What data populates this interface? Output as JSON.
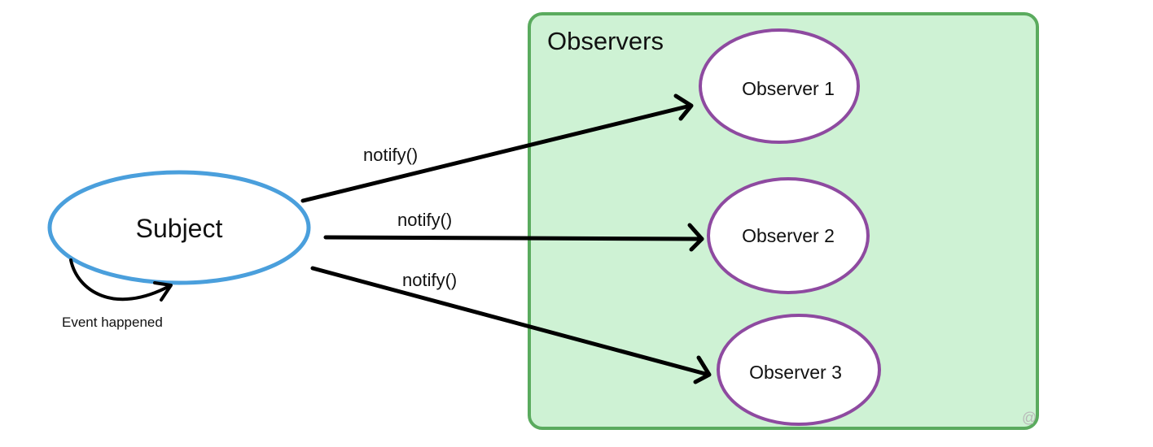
{
  "colors": {
    "background": "#ffffff",
    "observers_fill": "#cef2d4",
    "observers_border": "#5aab5e",
    "subject_border": "#4a9fdc",
    "observer_border": "#8e4aa0",
    "ellipse_fill": "#ffffff",
    "arrow": "#000000",
    "text": "#111111"
  },
  "observers_group": {
    "title": "Observers",
    "observers": [
      {
        "label": "Observer 1"
      },
      {
        "label": "Observer 2"
      },
      {
        "label": "Observer 3"
      }
    ]
  },
  "subject": {
    "label": "Subject",
    "self_event_label": "Event happened"
  },
  "edges": [
    {
      "from": "Subject",
      "to": "Observer 1",
      "label": "notify()"
    },
    {
      "from": "Subject",
      "to": "Observer 2",
      "label": "notify()"
    },
    {
      "from": "Subject",
      "to": "Observer 3",
      "label": "notify()"
    }
  ],
  "watermark": "@"
}
